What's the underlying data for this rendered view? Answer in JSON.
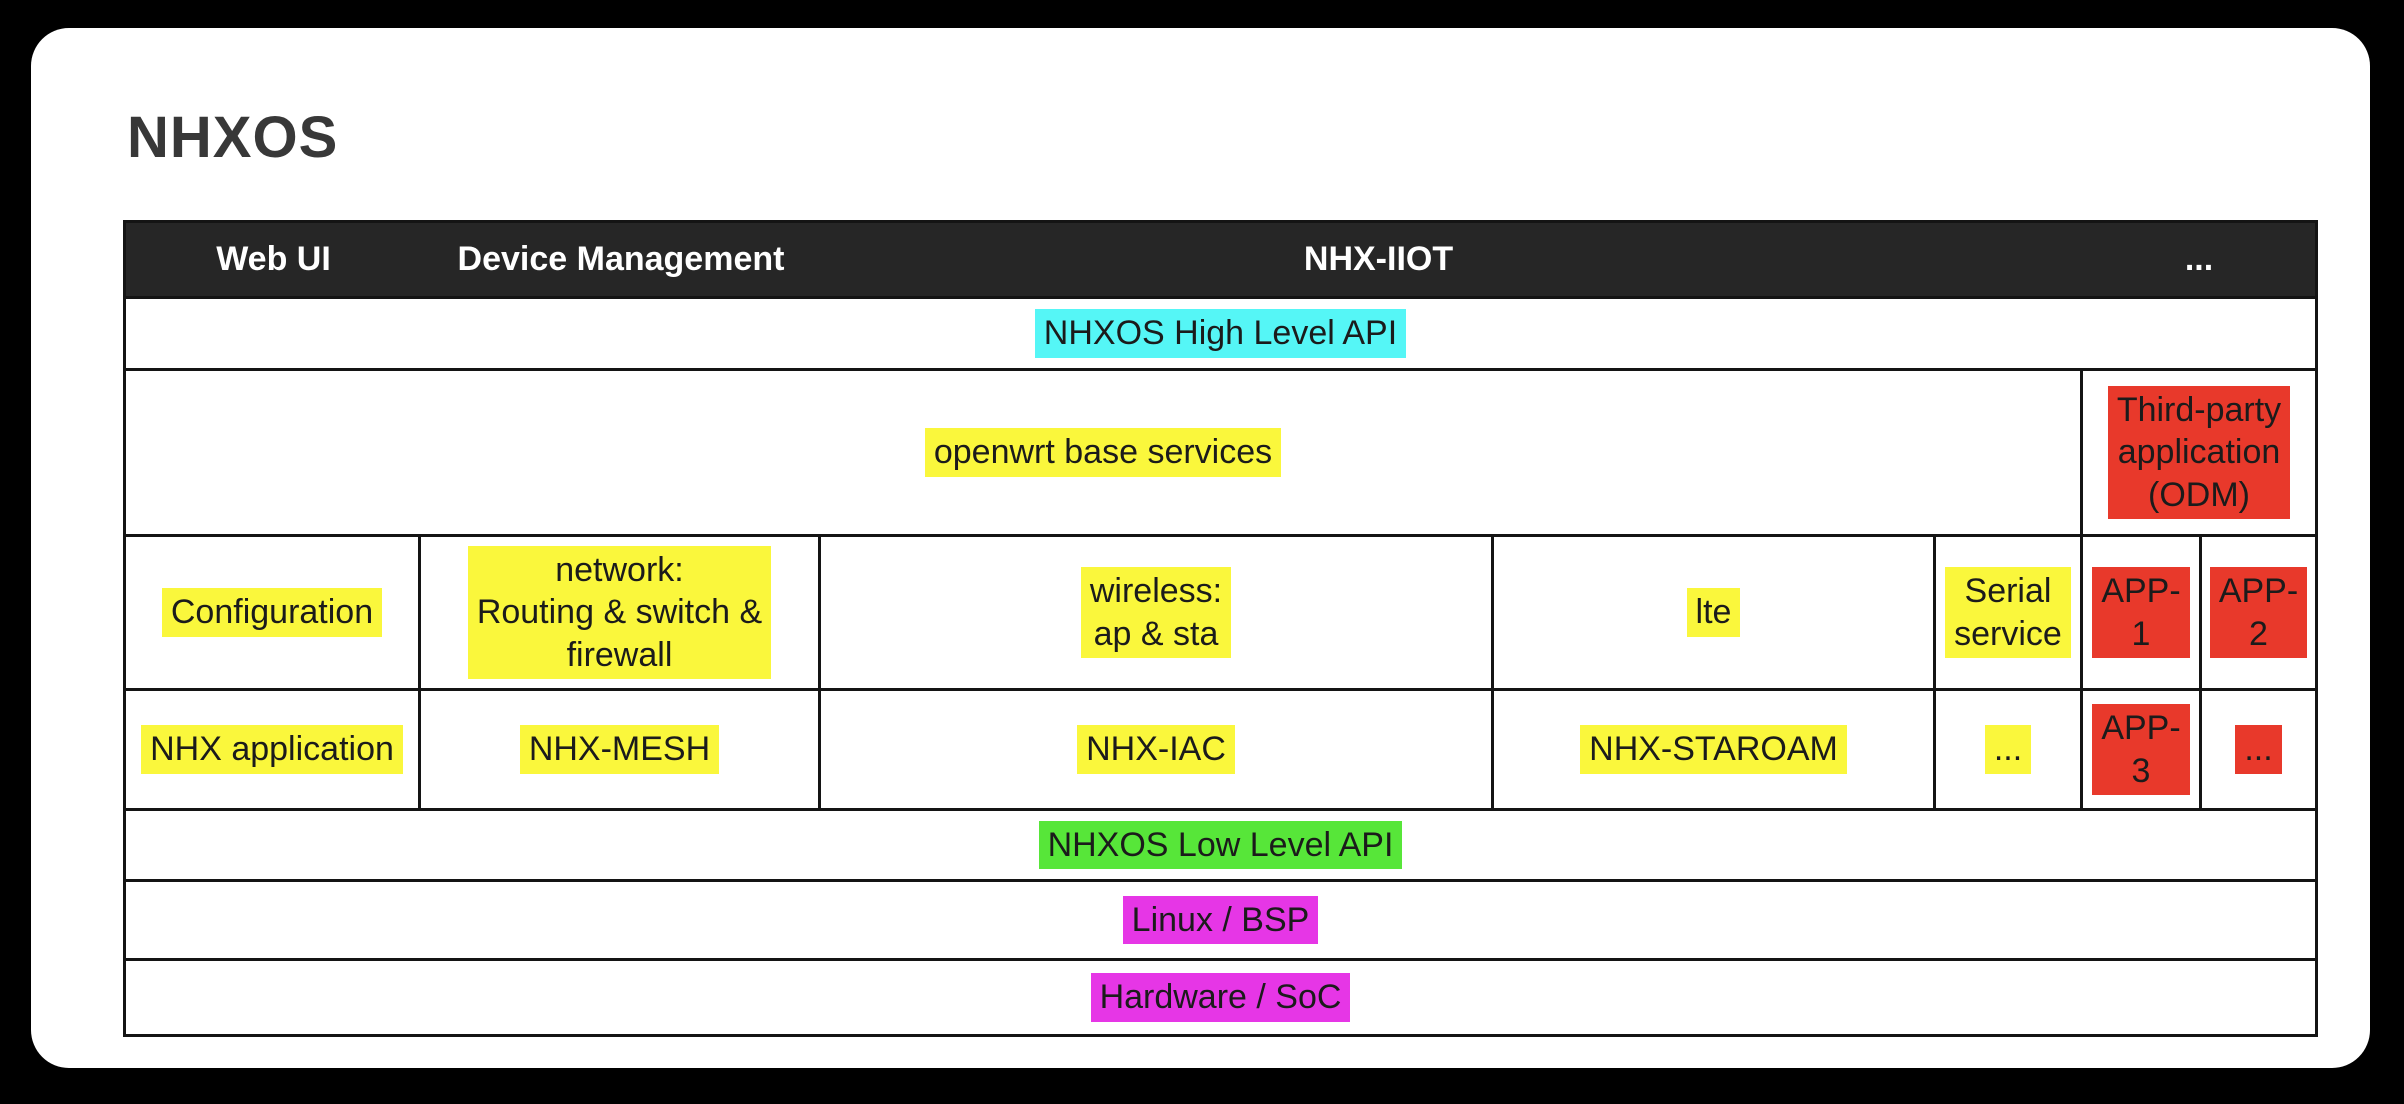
{
  "title": "NHXOS",
  "colors": {
    "page_background": "#000000",
    "card_background": "#FFFFFF",
    "header_bar": "#262626",
    "grid_border": "#141414",
    "highlight_yellow": "#FAF73C",
    "highlight_cyan": "#55F6F6",
    "highlight_red": "#E8392B",
    "highlight_green": "#57E639",
    "highlight_magenta": "#E636E6"
  },
  "header": {
    "web_ui": "Web UI",
    "device_management": "Device Management",
    "nhx_iiot": "NHX-IIOT",
    "more": "..."
  },
  "rows": {
    "high_level_api": "NHXOS High Level API",
    "openwrt": "openwrt base services",
    "third_party": "Third-party\napplication\n(ODM)",
    "services": [
      "Configuration",
      "network:\nRouting & switch &\nfirewall",
      "wireless:\nap & sta",
      "lte",
      "Serial\nservice",
      "APP-\n1",
      "APP-\n2"
    ],
    "applications": [
      "NHX application",
      "NHX-MESH",
      "NHX-IAC",
      "NHX-STAROAM",
      "...",
      "APP-\n3",
      "..."
    ],
    "low_level_api": "NHXOS Low Level API",
    "linux_bsp": "Linux / BSP",
    "hardware_soc": "Hardware / SoC"
  }
}
